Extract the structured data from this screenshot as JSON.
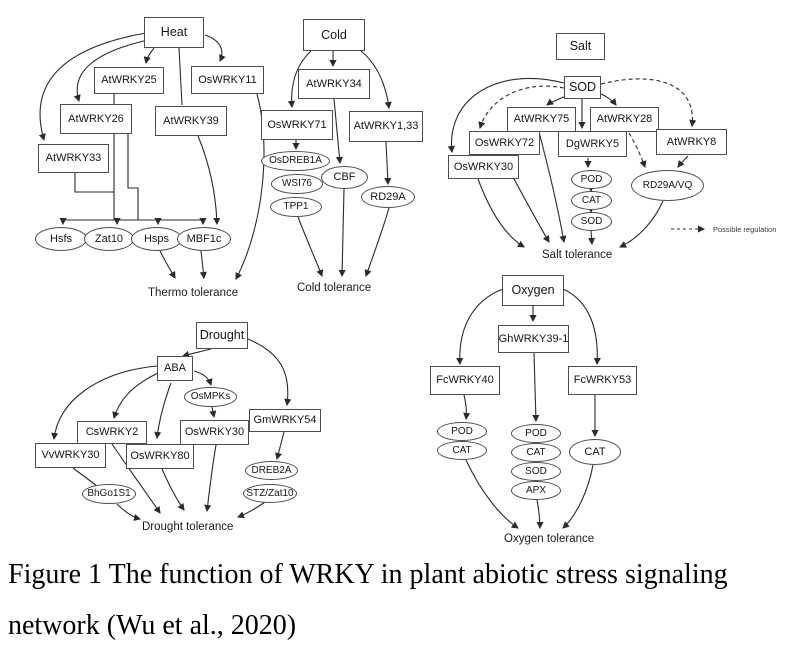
{
  "panels": {
    "heat": {
      "trigger": "Heat",
      "nodes": {
        "atwrky25": "AtWRKY25",
        "oswrky11": "OsWRKY11",
        "atwrky26": "AtWRKY26",
        "atwrky39": "AtWRKY39",
        "atwrky33": "AtWRKY33",
        "hsfs": "Hsfs",
        "zat10": "Zat10",
        "hsps": "Hsps",
        "mbf1c": "MBF1c"
      },
      "outcome": "Thermo tolerance"
    },
    "cold": {
      "trigger": "Cold",
      "nodes": {
        "atwrky34": "AtWRKY34",
        "oswrky71": "OsWRKY71",
        "atwrky1_33": "AtWRKY1,33",
        "osdreb1a": "OsDREB1A",
        "wsi76": "WSI76",
        "tpp1": "TPP1",
        "cbf": "CBF",
        "rd29a": "RD29A"
      },
      "outcome": "Cold tolerance"
    },
    "salt": {
      "trigger": "Salt",
      "nodes": {
        "sod_top": "SOD",
        "atwrky75": "AtWRKY75",
        "atwrky28": "AtWRKY28",
        "oswrky72": "OsWRKY72",
        "dgwrky5": "DgWRKY5",
        "atwrky8": "AtWRKY8",
        "oswrky30": "OsWRKY30",
        "pod": "POD",
        "cat": "CAT",
        "sod": "SOD",
        "rd29a_vq": "RD29A/VQ"
      },
      "outcome": "Salt tolerance",
      "legend_label": "Possible regulation"
    },
    "drought": {
      "trigger": "Drought",
      "nodes": {
        "aba": "ABA",
        "osmpks": "OsMPKs",
        "cswrky2": "CsWRKY2",
        "oswrky30": "OsWRKY30",
        "gmwrky54": "GmWRKY54",
        "vvwrky30": "VvWRKY30",
        "oswrky80": "OsWRKY80",
        "dreb2a": "DREB2A",
        "stz_zat10": "STZ/Zat10",
        "bhgo1s1": "BhGo1S1"
      },
      "outcome": "Drought tolerance"
    },
    "oxygen": {
      "trigger": "Oxygen",
      "nodes": {
        "ghwrky39_1": "GhWRKY39-1",
        "fcwrky40": "FcWRKY40",
        "fcwrky53": "FcWRKY53",
        "pod_left": "POD",
        "cat_left": "CAT",
        "pod_mid": "POD",
        "cat_mid": "CAT",
        "sod_mid": "SOD",
        "apx_mid": "APX",
        "cat_right": "CAT"
      },
      "outcome": "Oxygen tolerance"
    }
  },
  "caption": {
    "line1": "Figure 1 The function of WRKY in plant abiotic stress signaling",
    "line2": "network (Wu et al., 2020)"
  }
}
